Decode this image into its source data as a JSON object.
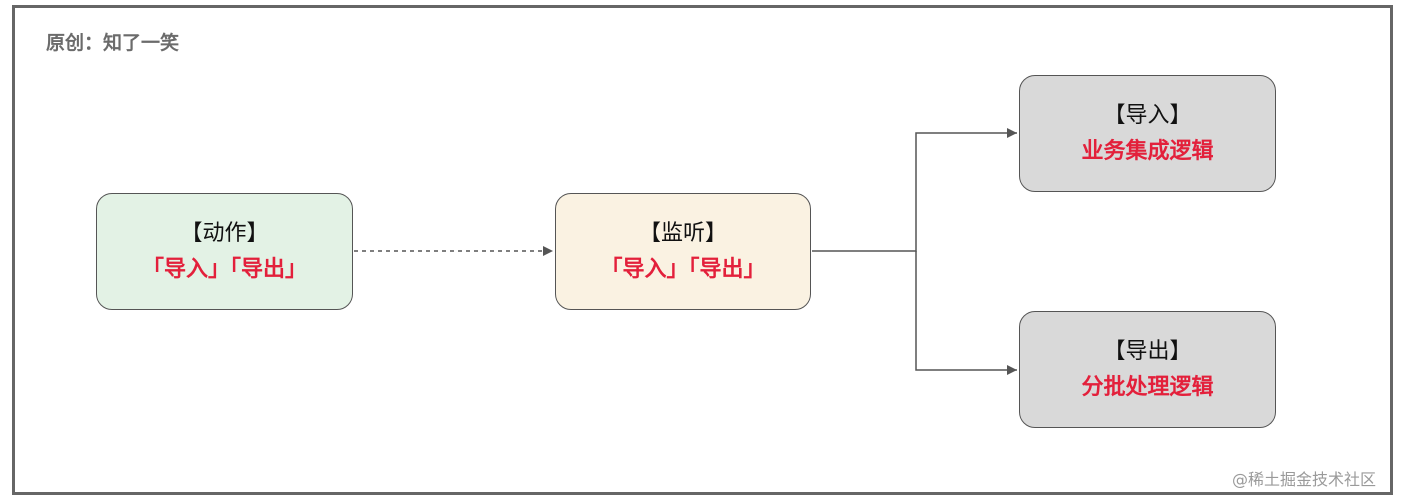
{
  "credit": "原创：知了一笑",
  "watermark": "@稀土掘金技术社区",
  "nodes": {
    "action": {
      "title": "【动作】",
      "body": "「导入」「导出」"
    },
    "listener": {
      "title": "【监听】",
      "body": "「导入」「导出」"
    },
    "import": {
      "title": "【导入】",
      "body": "业务集成逻辑"
    },
    "export": {
      "title": "【导出】",
      "body": "分批处理逻辑"
    }
  },
  "colors": {
    "highlight_text": "#e3203b",
    "action_fill": "#e3f2e5",
    "listener_fill": "#faf2e2",
    "logic_fill": "#d9d9d9",
    "border": "#555555"
  }
}
